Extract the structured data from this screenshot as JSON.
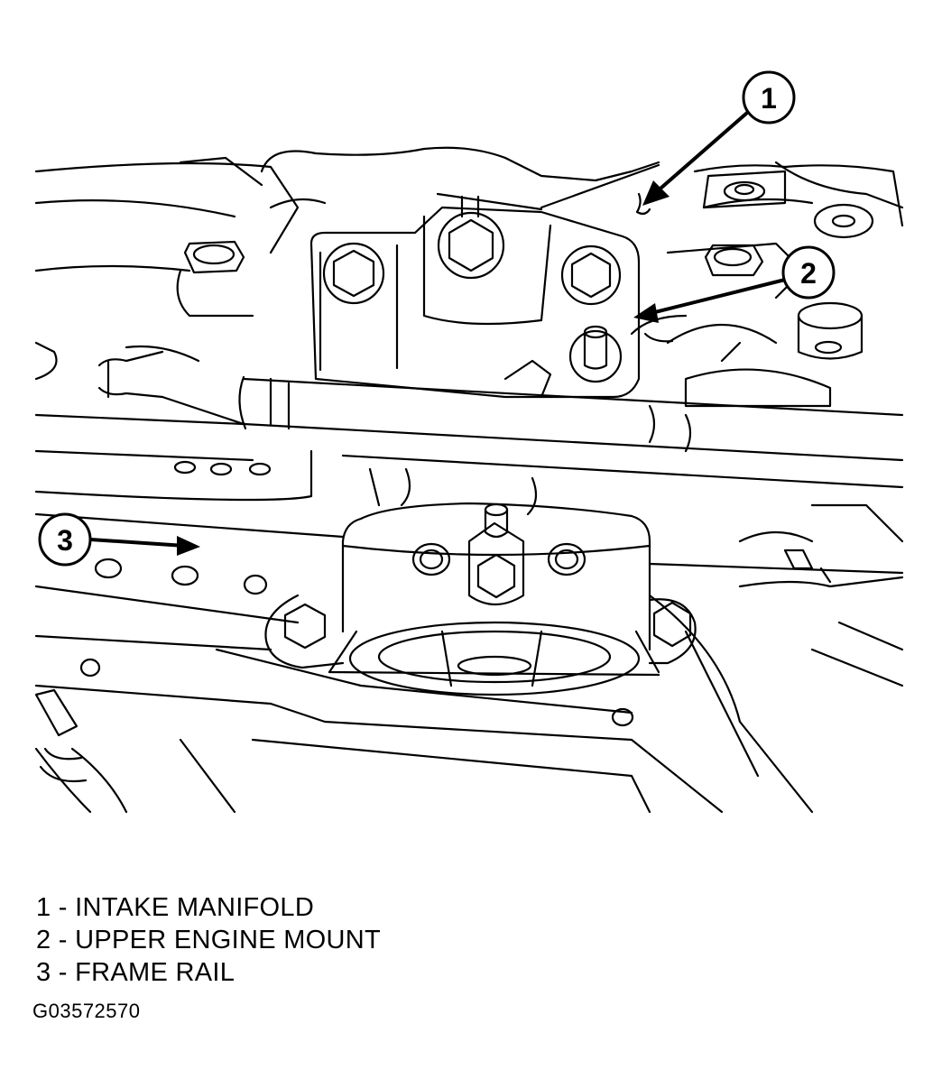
{
  "callouts": [
    {
      "number": "1"
    },
    {
      "number": "2"
    },
    {
      "number": "3"
    }
  ],
  "legend": [
    {
      "text": "1 - INTAKE MANIFOLD"
    },
    {
      "text": "2 - UPPER ENGINE MOUNT"
    },
    {
      "text": "3 - FRAME RAIL"
    }
  ],
  "figure_id": "G03572570",
  "colors": {
    "line": "#000000",
    "background": "#ffffff"
  }
}
